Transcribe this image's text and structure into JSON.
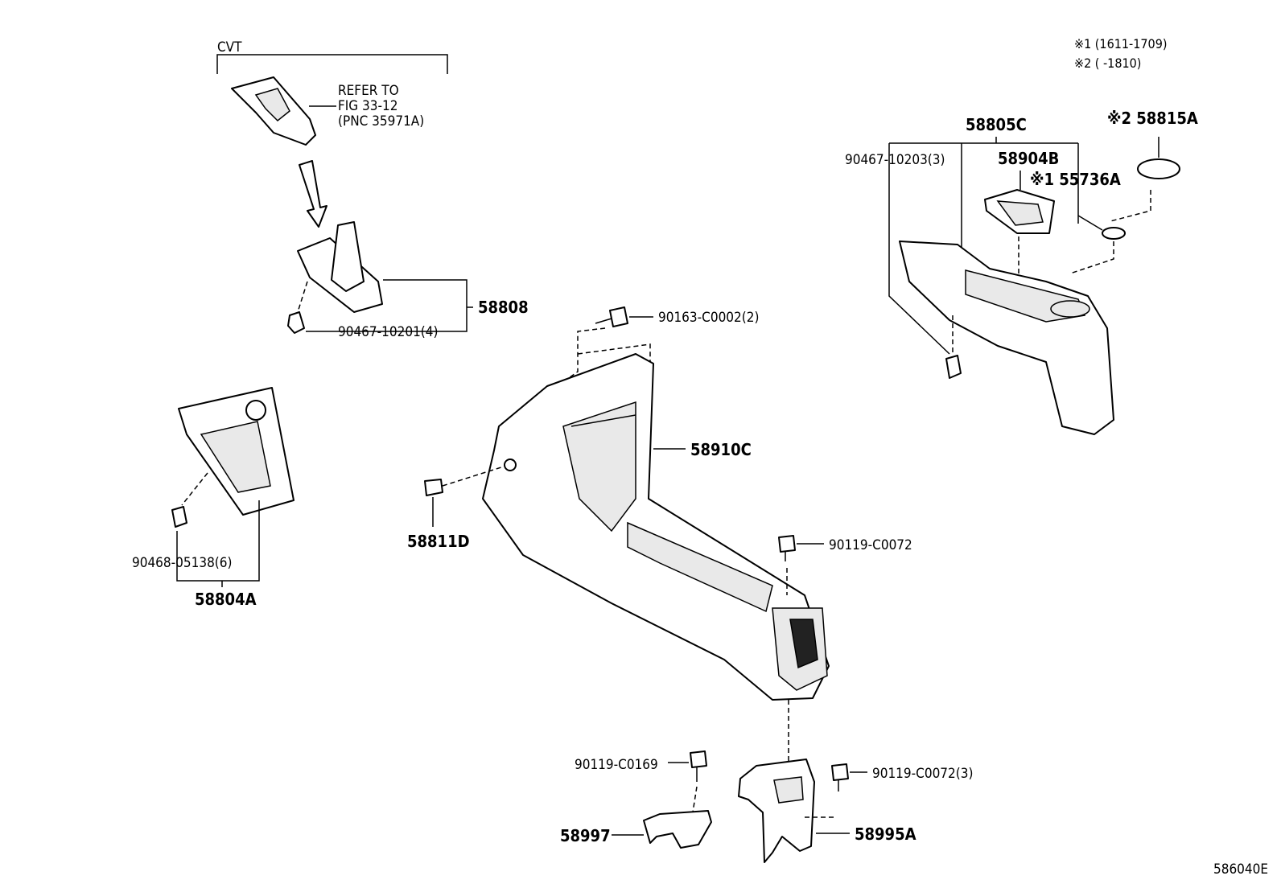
{
  "notes": {
    "note1": "※1 (1611-1709)",
    "note2": "※2 (      -1810)"
  },
  "labels": {
    "cvt": "CVT",
    "refer1": "REFER TO",
    "refer2": "FIG 33-12",
    "refer3": "(PNC 35971A)",
    "p58808": "58808",
    "p90467_10201": "90467-10201(4)",
    "p90163": "90163-C0002(2)",
    "p58910C": "58910C",
    "p58811D": "58811D",
    "p90468": "90468-05138(6)",
    "p58804A": "58804A",
    "p90119_C0072": "90119-C0072",
    "p90119_C0169": "90119-C0169",
    "p90119_C0072_3": "90119-C0072(3)",
    "p58997": "58997",
    "p58995A": "58995A",
    "p58805C": "58805C",
    "p90467_10203": "90467-10203(3)",
    "p58904B": "58904B",
    "p55736A": "※1 55736A",
    "p58815A": "※2 58815A",
    "figure_id": "586040E"
  }
}
